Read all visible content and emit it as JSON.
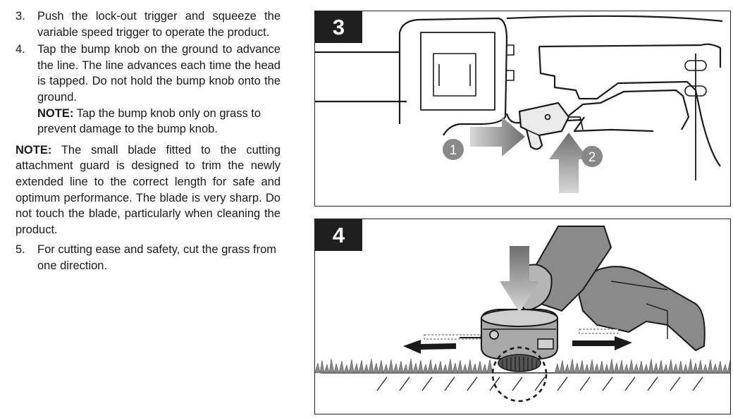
{
  "steps": [
    {
      "num": "3.",
      "text": "Push the lock-out trigger and squeeze the variable speed trigger to operate the product."
    },
    {
      "num": "4.",
      "text": "Tap the bump knob on the ground to advance the line. The line advances each time the head is tapped. Do not hold the bump knob onto the ground.",
      "note_label": "NOTE:",
      "note_text": " Tap the bump knob only on grass to prevent damage to the bump knob."
    }
  ],
  "general_note": {
    "label": "NOTE:",
    "text": " The small blade fitted to the cutting attachment guard is designed to trim the newly extended line to the correct length for safe and optimum performance. The blade is very sharp. Do not touch the blade, particularly when cleaning the product."
  },
  "step5": {
    "num": "5.",
    "text": "For cutting ease and safety, cut the grass from one direction."
  },
  "figure3": {
    "badge": "3",
    "callout1": "1",
    "callout2": "2"
  },
  "figure4": {
    "badge": "4"
  }
}
